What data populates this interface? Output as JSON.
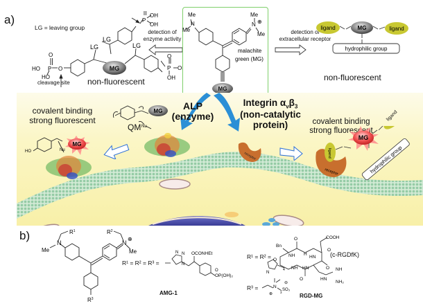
{
  "panel_a": {
    "label": "a)",
    "lg_definition": "LG = leaving group",
    "left_probe": {
      "leaving_group": "LG",
      "core": "MG",
      "phosphate_ho": "HO",
      "phosphate_p": "P",
      "phosphate_oh": "OH",
      "phosphate_o": "O",
      "cleavage_site": "cleavage site",
      "state": "non-fluorescent"
    },
    "arrow_left": {
      "line1": "detection of",
      "line2": "enzyme activity"
    },
    "center_box": {
      "me": "Me",
      "n": "N",
      "charge": "⊕",
      "name_line1": "malachite",
      "name_line2": "green (MG)",
      "core": "MG"
    },
    "arrow_right": {
      "line1": "detection of",
      "line2": "extracellular receptor"
    },
    "right_probe": {
      "ligand": "ligand",
      "core": "MG",
      "hydrophilic": "hydrophilic group",
      "state": "non-fluorescent"
    },
    "cell_scene": {
      "left_result_line1": "covalent binding",
      "left_result_line2": "strong fluorescent",
      "qm_label": "QM",
      "nu_label": "Nu",
      "ho_label": "HO",
      "mg": "MG",
      "alp_line1": "ALP",
      "alp_line2": "(enzyme)",
      "integrin_line1": "Integrin α",
      "integrin_sub_v": "v",
      "integrin_beta": "β",
      "integrin_sub_3": "3",
      "integrin_line2": "(non-catalytic",
      "integrin_line3": "protein)",
      "right_result_line1": "covalent binding",
      "right_result_line2": "strong fluorescent",
      "receptor": "receptor",
      "ligand": "ligand",
      "hydrophilic": "hydrophilic group"
    }
  },
  "panel_b": {
    "label": "b)",
    "r1": "R",
    "r1_sup": "1",
    "r2": "R",
    "r2_sup": "2",
    "r3": "R",
    "r3_sup": "3",
    "me_left": "Me",
    "me_right": "Me",
    "n": "N",
    "charge": "⊕",
    "amg": {
      "equation": "R¹ = R² = R³ =",
      "carbamate": "OCONHEt",
      "phosphate": "OP(OH)₂",
      "phosphate_o": "O",
      "triazole_n": "N",
      "name": "AMG-1"
    },
    "rgd": {
      "equation_r12": "R¹ = R² =",
      "equation_r3": "R³ =",
      "cooh": "COOH",
      "bn": "Bn",
      "nh": "NH",
      "hn": "HN",
      "h": "H",
      "o": "O",
      "nh2": "NH₂",
      "peptide": "(c-RGDfK)",
      "sulfonate": "SO₃",
      "minus": "⊖",
      "plus": "⊕",
      "n": "N",
      "sub4": "4",
      "sub3": "3",
      "name": "RGD-MG"
    }
  },
  "colors": {
    "box_border": "#7fcf6a",
    "ligand": "#c8c832",
    "receptor": "#c86f2e",
    "mg_gray": "#555555",
    "mg_red": "#e83a3a",
    "arrow_blue": "#2b8fd6",
    "membrane": "#9ccfb0",
    "cytoplasm": "#f8f0a8"
  }
}
